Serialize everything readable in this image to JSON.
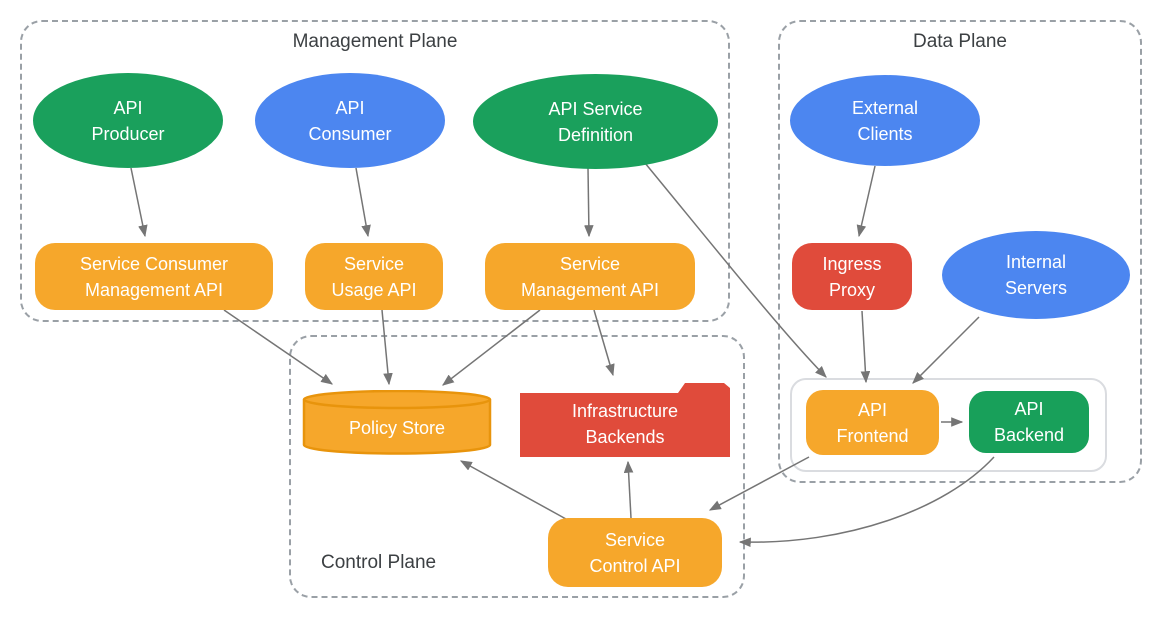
{
  "planes": {
    "management": {
      "label": "Management Plane"
    },
    "data": {
      "label": "Data Plane"
    },
    "control": {
      "label": "Control Plane"
    }
  },
  "nodes": {
    "api_producer": {
      "label": "API\nProducer",
      "shape": "ellipse",
      "color": "#1AA05C"
    },
    "api_consumer": {
      "label": "API\nConsumer",
      "shape": "ellipse",
      "color": "#4C86F0"
    },
    "api_service_definition": {
      "label": "API Service\nDefinition",
      "shape": "ellipse",
      "color": "#1AA05C"
    },
    "external_clients": {
      "label": "External\nClients",
      "shape": "ellipse",
      "color": "#4C86F0"
    },
    "internal_servers": {
      "label": "Internal\nServers",
      "shape": "ellipse",
      "color": "#4C86F0"
    },
    "service_consumer_management_api": {
      "label": "Service Consumer\nManagement API",
      "shape": "rounded-rect",
      "color": "#F6A72B"
    },
    "service_usage_api": {
      "label": "Service\nUsage API",
      "shape": "rounded-rect",
      "color": "#F6A72B"
    },
    "service_management_api": {
      "label": "Service\nManagement API",
      "shape": "rounded-rect",
      "color": "#F6A72B"
    },
    "ingress_proxy": {
      "label": "Ingress\nProxy",
      "shape": "rounded-rect",
      "color": "#E04B3B"
    },
    "api_frontend": {
      "label": "API\nFrontend",
      "shape": "rounded-rect",
      "color": "#F6A72B"
    },
    "api_backend": {
      "label": "API\nBackend",
      "shape": "rounded-rect",
      "color": "#18A05A"
    },
    "policy_store": {
      "label": "Policy Store",
      "shape": "cylinder",
      "color": "#F6A72B",
      "border": "#E8940C"
    },
    "infrastructure_backends": {
      "label": "Infrastructure\nBackends",
      "shape": "folder",
      "color": "#E04B3B"
    },
    "service_control_api": {
      "label": "Service\nControl API",
      "shape": "rounded-rect",
      "color": "#F6A72B"
    }
  },
  "edges": [
    {
      "from": "api_producer",
      "to": "service_consumer_management_api"
    },
    {
      "from": "api_consumer",
      "to": "service_usage_api"
    },
    {
      "from": "api_service_definition",
      "to": "service_management_api"
    },
    {
      "from": "api_service_definition",
      "to": "api_frontend"
    },
    {
      "from": "external_clients",
      "to": "ingress_proxy"
    },
    {
      "from": "ingress_proxy",
      "to": "api_frontend"
    },
    {
      "from": "internal_servers",
      "to": "api_frontend"
    },
    {
      "from": "api_frontend",
      "to": "api_backend"
    },
    {
      "from": "service_consumer_management_api",
      "to": "policy_store"
    },
    {
      "from": "service_usage_api",
      "to": "policy_store"
    },
    {
      "from": "service_management_api",
      "to": "policy_store"
    },
    {
      "from": "service_management_api",
      "to": "infrastructure_backends"
    },
    {
      "from": "service_control_api",
      "to": "policy_store"
    },
    {
      "from": "service_control_api",
      "to": "infrastructure_backends"
    },
    {
      "from": "api_frontend",
      "to": "service_control_api"
    },
    {
      "from": "api_backend",
      "to": "service_control_api"
    }
  ],
  "colors": {
    "green": "#1AA05C",
    "blue": "#4C86F0",
    "orange": "#F6A72B",
    "orange_border": "#E8940C",
    "red": "#E04B3B",
    "edge": "#757575",
    "plane_border": "#9AA0A6",
    "inner_border": "#DADCE0",
    "plane_label": "#3C4043"
  }
}
